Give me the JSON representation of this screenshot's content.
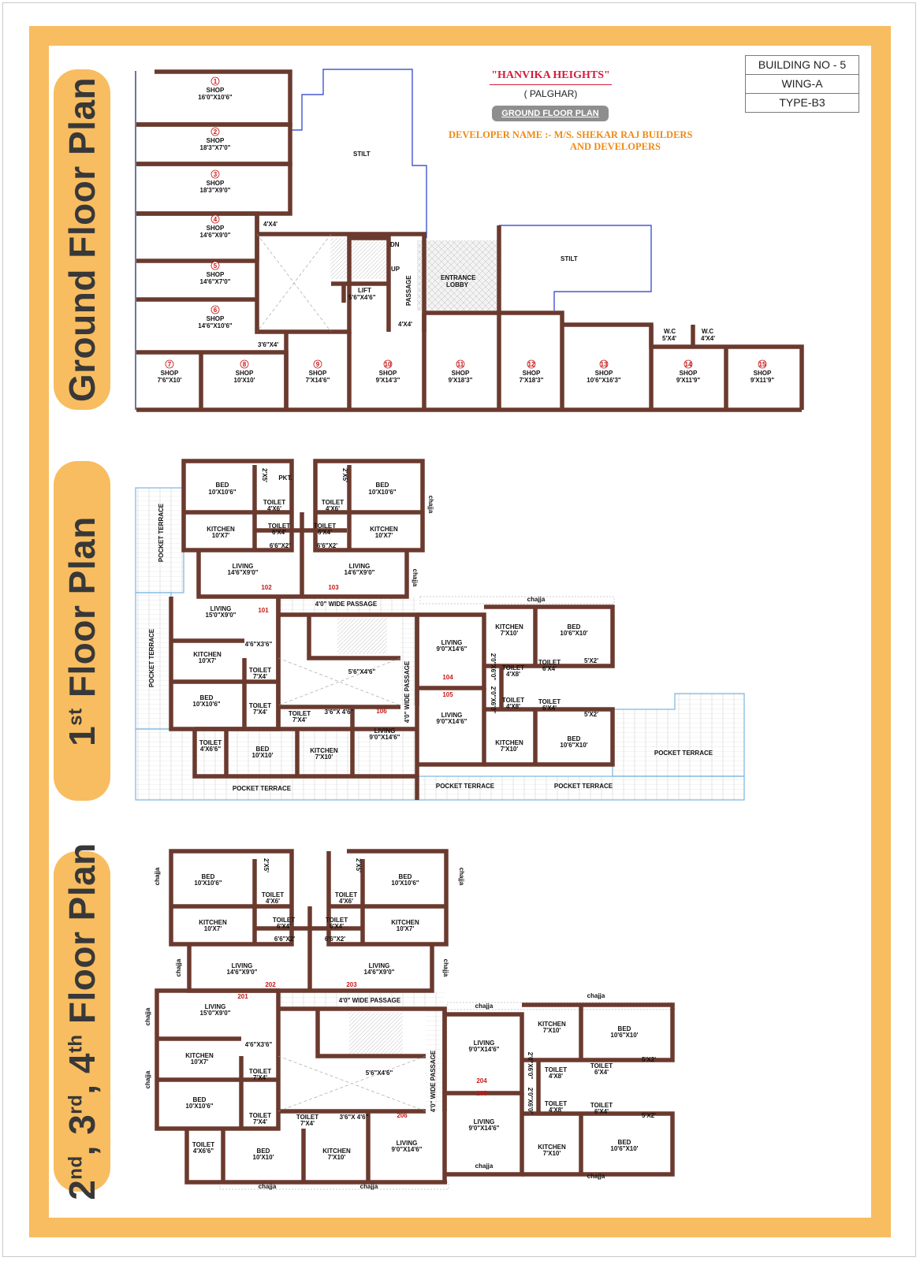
{
  "project": {
    "name": "\"HANVIKA HEIGHTS\"",
    "location": "( PALGHAR)",
    "plan_badge": "GROUND FLOOR PLAN",
    "developer_line1": "DEVELOPER NAME :- M/S. SHEKAR RAJ BUILDERS",
    "developer_line2": "AND DEVELOPERS"
  },
  "building_info": [
    "BUILDING NO - 5",
    "WING-A",
    "TYPE-B3"
  ],
  "sections": {
    "ground": "Ground Floor Plan",
    "first_num": "1",
    "first_sup": "st",
    "first_rest": " Floor Plan",
    "upper_n2": "2",
    "upper_s2": "nd",
    "upper_n3": ", 3",
    "upper_s3": "rd",
    "upper_n4": ", 4",
    "upper_s4": "th",
    "upper_rest": " Floor Plan"
  },
  "ground_plan": {
    "shops": [
      {
        "no": "1",
        "label": "SHOP",
        "size": "16'0\"X10'6\""
      },
      {
        "no": "2",
        "label": "SHOP",
        "size": "18'3\"X7'0\""
      },
      {
        "no": "3",
        "label": "SHOP",
        "size": "18'3\"X9'0\""
      },
      {
        "no": "4",
        "label": "SHOP",
        "size": "14'6\"X9'0\""
      },
      {
        "no": "5",
        "label": "SHOP",
        "size": "14'6\"X7'0\""
      },
      {
        "no": "6",
        "label": "SHOP",
        "size": "14'6\"X10'6\""
      },
      {
        "no": "7",
        "label": "SHOP",
        "size": "7'6\"X10'"
      },
      {
        "no": "8",
        "label": "SHOP",
        "size": "10'X10'"
      },
      {
        "no": "9",
        "label": "SHOP",
        "size": "7'X14'6\""
      },
      {
        "no": "10",
        "label": "SHOP",
        "size": "9'X14'3\""
      },
      {
        "no": "11",
        "label": "SHOP",
        "size": "9'X18'3\""
      },
      {
        "no": "12",
        "label": "SHOP",
        "size": "7'X18'3\""
      },
      {
        "no": "13",
        "label": "SHOP",
        "size": "10'6\"X16'3\""
      },
      {
        "no": "14",
        "label": "SHOP",
        "size": "9'X11'9\""
      },
      {
        "no": "15",
        "label": "SHOP",
        "size": "9'X11'9\""
      }
    ],
    "stilt": "STILT",
    "entrance_1": "ENTRANCE",
    "entrance_2": "LOBBY",
    "lift": "LIFT",
    "lift_size": "5'6\"X4'6\"",
    "dn": "DN",
    "up": "UP",
    "passage": "PASSAGE",
    "dim_4x4": "4'X4'",
    "dim_36x4": "3'6\"X4'",
    "wc": "W.C",
    "wc1_size": "5'X4'",
    "wc2_size": "4'X4'"
  },
  "first_plan": {
    "bed": "BED",
    "bed_1010": "10'X10'6\"",
    "bed_10x10": "10'X10'",
    "bed_106": "10'6\"X10'",
    "kitchen": "KITCHEN",
    "k_107": "10'X7'",
    "k_710": "7'X10'",
    "toilet": "TOILET",
    "t_46": "4'X6'",
    "t_64": "6'X4'",
    "t_74": "7'X4'",
    "t_468": "4'X6'6\"",
    "t_48": "4'X8'",
    "living": "LIVING",
    "l_1469": "14'6\"X9'0\"",
    "l_159": "15'0\"X9'0\"",
    "l_9146": "9'0\"X14'6\"",
    "pkt": "PKT.",
    "d25": "2'X5'",
    "d662": "6'6\"X2'",
    "d52": "5'X2'",
    "d4636": "4'6\"X3'6\"",
    "d3646": "3'6\"X 4'6\"",
    "d2606": "2'0\"X6'0\"",
    "pocket_terrace": "POCKET TERRACE",
    "passage_h": "4'0\" WIDE PASSAGE",
    "passage_v": "4'0\" WIDE PASSAGE",
    "chajja": "chajja",
    "flats": [
      "101",
      "102",
      "103",
      "104",
      "105",
      "106"
    ]
  },
  "upper_plan": {
    "flats": [
      "201",
      "202",
      "203",
      "204",
      "205",
      "206"
    ]
  }
}
